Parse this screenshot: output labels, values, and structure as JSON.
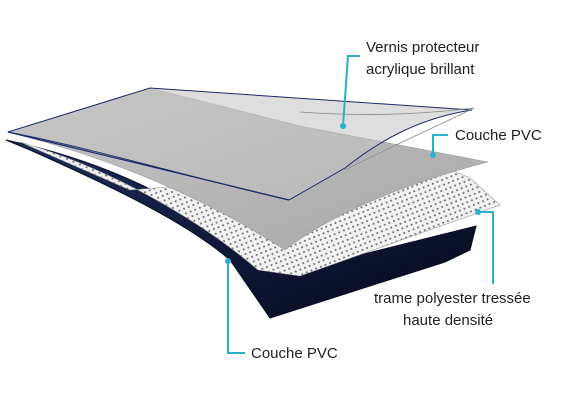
{
  "colors": {
    "callout": "#2ab0c9",
    "top_pvc": "#b9b9b9",
    "varnish_outline": "#1c2a6e",
    "bottom_pvc": "#101a3a",
    "mesh_bg": "#f2f2f2",
    "mesh_dot": "#6b6b6b"
  },
  "labels": {
    "varnish_line1": "Vernis protecteur",
    "varnish_line2": "acrylique brillant",
    "top_pvc": "Couche PVC",
    "mesh_line1": "trame polyester tressée",
    "mesh_line2": "haute densité",
    "bottom_pvc": "Couche PVC"
  }
}
